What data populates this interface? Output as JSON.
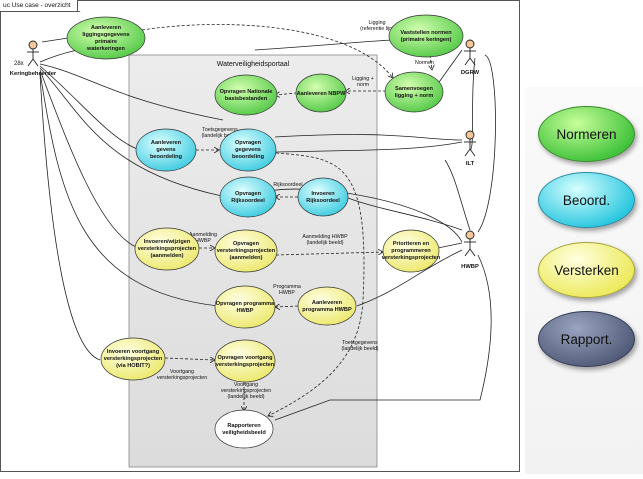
{
  "diagram": {
    "frame_title": "uc Use case  - overzicht",
    "boundary_title": "Waterveiligheidsportaal",
    "actors": {
      "keringbeheerder": {
        "multiplicity": "28x",
        "name": "Keringbeheerder"
      },
      "dgrw": {
        "name": "DGRW"
      },
      "ilt": {
        "name": "ILT"
      },
      "hwbp": {
        "name": "HWBP"
      }
    },
    "usecases": {
      "aanleveren_ligging": [
        "Aanleveren",
        "liggingsgegevens",
        "primaire",
        "waterkeringen"
      ],
      "vaststellen_normen": [
        "Vaststellen  normen",
        "(primaire  keringen)"
      ],
      "opvragen_nationale": [
        "Opvragen Nationale",
        "basisbestanden"
      ],
      "aanleveren_nbpw": [
        "Aanleveren  NBPW"
      ],
      "samenvoegen": [
        "Samenvoegen",
        "ligging + norm"
      ],
      "aanleveren_beoordeling": [
        "Aanleveren",
        "gevens",
        "beoordeling"
      ],
      "opvragen_beoordeling": [
        "Opvragen",
        "gegevens",
        "beoordeling"
      ],
      "opvragen_rijksoordeel": [
        "Opvragen",
        "Rijksoordeel"
      ],
      "invoeren_rijksoordeel": [
        "Invoeren",
        "Rijksoordeel"
      ],
      "invoeren_wijzigen": [
        "Invoeren/wijzigen",
        "versterkingsprojecten",
        "(aanmelden)"
      ],
      "opvragen_versterking": [
        "Opvragen",
        "versterkingsprojecten",
        "(aanmelden)"
      ],
      "prioriteren": [
        "Prioriteren  en",
        "programmeren",
        "versterkingsprojecten"
      ],
      "opvragen_programma": [
        "Opvragen programma",
        "HWBP"
      ],
      "aanleveren_programma": [
        "Aanleveren",
        "programma HWBP"
      ],
      "invoeren_voortgang": [
        "Invoeren voortgang",
        "versterkingsprojecten",
        "(via HOBIT?)"
      ],
      "opvragen_voortgang": [
        "Opvragen voortgang",
        "versterkingsprojecten"
      ],
      "rapporteren": [
        "Rapporteren",
        "veiligheidsbeeld"
      ]
    },
    "flow_labels": {
      "ligging": [
        "Ligging",
        "(referentie lijn)"
      ],
      "normen": [
        "Normen"
      ],
      "ligging_norm": [
        "Ligging +",
        "norm"
      ],
      "toetsgegevens": [
        "Toetsgegevens",
        "(landelijk beeld)"
      ],
      "rijksoordeel": [
        "Rijksoordeel"
      ],
      "aanmelding_hwbp": [
        "Aanmelding",
        "HWBP"
      ],
      "aanmelding_hwbp_landelijk": [
        "Aanmelding  HWBP",
        "(landelijk beeld)"
      ],
      "programma_hwbp": [
        "Programma",
        "HWBP"
      ],
      "toetsgegevens_landelijk": [
        "Toetsgegevens",
        "(landelijk beeld)"
      ],
      "voortgang_versterking": [
        "Voortgang",
        "versterkingsprojecten"
      ],
      "voortgang_landelijk": [
        "Voortgang",
        "versterkingsprojecten",
        "(landelijk beeld)"
      ]
    }
  },
  "legend": {
    "items": [
      {
        "label": "Normeren",
        "color": "#3fc23a"
      },
      {
        "label": "Beoord.",
        "color": "#29c6df"
      },
      {
        "label": "Versterken",
        "color": "#ecea5a"
      },
      {
        "label": "Rapport.",
        "color": "#525b78"
      }
    ]
  },
  "colors": {
    "green": "#5fd14f",
    "cyan": "#47d3e6",
    "yellow": "#f1ef82",
    "white": "#ffffff",
    "boundary_fill": "#e4e4e4",
    "actor_fill": "#f4c79a"
  }
}
